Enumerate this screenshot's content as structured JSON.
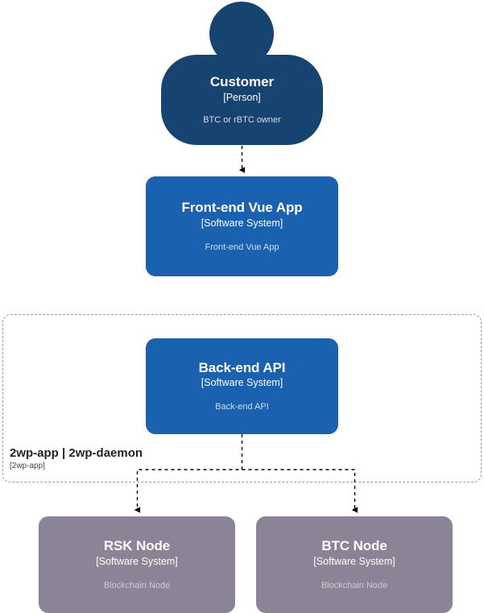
{
  "diagram": {
    "type": "C4 System Context diagram",
    "background_color": "#ffffff",
    "palette": {
      "person_fill": "#16436F",
      "system_fill": "#1A62B0",
      "external_system_fill": "#8B8396",
      "boundary_stroke": "#999999",
      "connector_stroke": "#000000",
      "title_text": "#ffffff",
      "description_text": "#d5dce6"
    }
  },
  "nodes": {
    "customer": {
      "shape": "person",
      "title": "Customer",
      "type": "[Person]",
      "description": "BTC or rBTC owner"
    },
    "frontend": {
      "shape": "rounded-rect",
      "title": "Front-end Vue App",
      "type": "[Software System]",
      "description": "Front-end Vue App"
    },
    "backend": {
      "shape": "rounded-rect",
      "title": "Back-end API",
      "type": "[Software System]",
      "description": "Back-end API"
    },
    "rsk_node": {
      "shape": "rounded-rect",
      "title": "RSK Node",
      "type": "[Software System]",
      "description": "Blockchain Node"
    },
    "btc_node": {
      "shape": "rounded-rect",
      "title": "BTC Node",
      "type": "[Software System]",
      "description": "Blockchain Node"
    }
  },
  "boundary": {
    "title": "2wp-app | 2wp-daemon",
    "type": "[2wp-app]",
    "style": "dashed"
  },
  "connectors": [
    {
      "name": "customer-to-frontend",
      "from": "customer",
      "to": "frontend",
      "style": "dashed",
      "arrow": "end",
      "label": ""
    },
    {
      "name": "backend-to-rsk-node",
      "from": "backend",
      "to": "rsk_node",
      "style": "dashed",
      "arrow": "end",
      "label": ""
    },
    {
      "name": "backend-to-btc-node",
      "from": "backend",
      "to": "btc_node",
      "style": "dashed",
      "arrow": "end",
      "label": ""
    }
  ]
}
